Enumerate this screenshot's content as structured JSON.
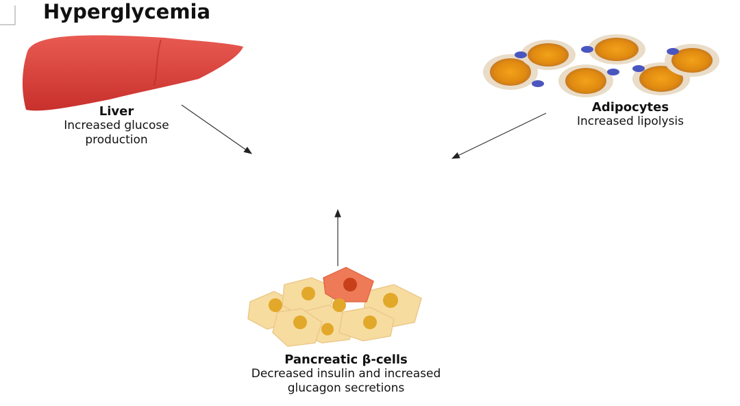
{
  "title": "Hyperglycemia",
  "nodes": {
    "liver": {
      "name": "Liver",
      "line1": "Increased glucose",
      "line2": "production"
    },
    "adipocytes": {
      "name": "Adipocytes",
      "line1": "Increased lipolysis"
    },
    "pancreas": {
      "name": "Pancreatic β-cells",
      "line1": "Decreased insulin and increased",
      "line2": "glucagon secretions"
    }
  },
  "colors": {
    "liver": "#d8423e",
    "fat": "#e89a1c",
    "nucleus": "#4a56c0",
    "beta_cell": "#f7dca0",
    "alpha_cell": "#ee7a58"
  }
}
